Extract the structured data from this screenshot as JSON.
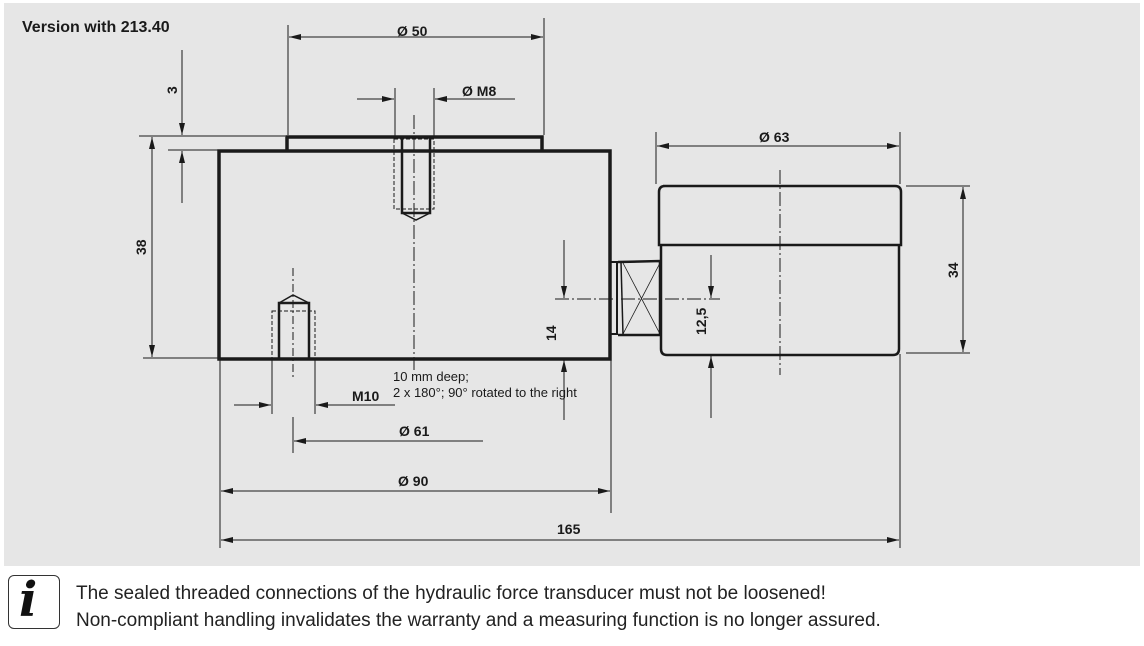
{
  "title": "Version with 213.40",
  "dimensions": {
    "d50": "Ø 50",
    "dM8": "Ø M8",
    "d63": "Ø 63",
    "h3": "3",
    "h38": "38",
    "h34": "34",
    "h14": "14",
    "h12_5": "12,5",
    "m10": "M10",
    "d61": "Ø 61",
    "d90": "Ø 90",
    "l165": "165"
  },
  "annotation": {
    "line1": "10 mm deep;",
    "line2": "2 x 180°; 90° rotated to the right"
  },
  "notice": {
    "icon": "info-icon",
    "line1": "The sealed threaded connections of the hydraulic force transducer must not be loosened!",
    "line2": "Non-compliant handling invalidates the warranty and a measuring function is no longer assured."
  },
  "colors": {
    "panel": "#e6e6e6",
    "ink": "#1a1a1a"
  }
}
